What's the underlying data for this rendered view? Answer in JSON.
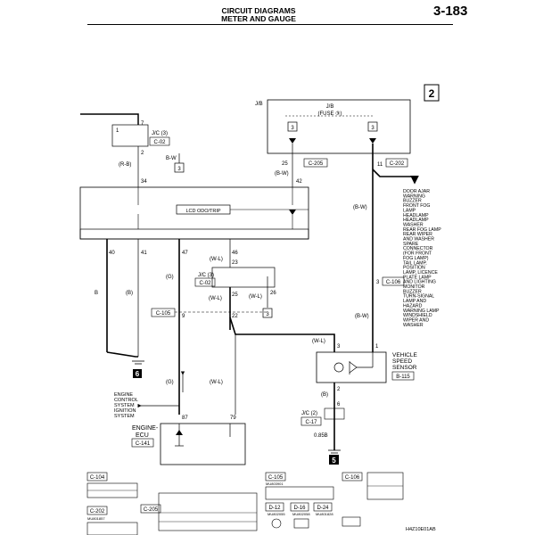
{
  "header": {
    "title_line1": "CIRCUIT DIAGRAMS",
    "title_line2": "METER AND GAUGE",
    "page_number": "3-183"
  },
  "sheet_number": "2",
  "jb": {
    "corner_label": "J/B",
    "title": "J/B",
    "fuse_label": "(FUSE ③)",
    "fuse_left": "3",
    "fuse_right": "3"
  },
  "wires": {
    "pin7": "7",
    "pin1": "1",
    "pin2": "2",
    "pin34": "34",
    "jc3_top": "J/C (3)",
    "c02_top": "C-02",
    "rb": "(R-B)",
    "bw": "B-W",
    "conn3_left": "3",
    "pin25_top": "25",
    "c205": "C-205",
    "bw_mid": "(B-W)",
    "pin42": "42",
    "pin11": "11",
    "c202": "C-202",
    "bw_right": "(B-W)",
    "lcd_label": "LCD ODO/TRIP",
    "pin40": "40",
    "pin41": "41",
    "pin47": "47",
    "pin46": "46",
    "b_left": "B",
    "b_paren": "(B)",
    "g_paren": "(G)",
    "wl_paren": "(W-L)",
    "pin23": "23",
    "jc3_mid": "J/C (3)",
    "c02_mid": "C-02",
    "wl_mid": "(W-L)",
    "pin25_mid": "25",
    "wl_right": "(W-L)",
    "pin26": "26",
    "conn3_mid": "3",
    "c105": "C-105",
    "pin9": "9",
    "pin22": "22",
    "pin3_right": "3",
    "c106": "C-106",
    "bw_low": "(B-W)",
    "ground6": "6",
    "g_low": "(G)",
    "wl_low": "(W-L)",
    "engine_ctrl": [
      "ENGINE",
      "CONTROL",
      "SYSTEM",
      "IGNITION",
      "SYSTEM"
    ],
    "pin87": "87",
    "pin79": "79",
    "engine_ecu": "ENGINE-",
    "engine_ecu2": "ECU",
    "c141": "C-141",
    "wl_vss": "(W-L)",
    "pin3_vss": "3",
    "pin1_vss": "1",
    "vss_title": [
      "VEHICLE",
      "SPEED",
      "SENSOR"
    ],
    "b115": "B-115",
    "pin2_vss": "2",
    "b_vss": "(B)",
    "pin6_vss": "6",
    "jc2": "J/C (2)",
    "c17": "C-17",
    "size085": "0.85B",
    "ground5": "5"
  },
  "loads": [
    "DOOR AJAR",
    "WARNING",
    "BUZZER",
    "FRONT FOG",
    "LAMP",
    "HEADLAMP",
    "HEADLAMP",
    "WASHER",
    "REAR FOG LAMP",
    "REAR WIPER",
    "AND WASHER",
    "SPARE",
    "CONNECTOR",
    "(FOR FRONT",
    "FOG LAMP)",
    "TAIL LAMP,",
    "POSITION",
    "LAMP, LICENCE",
    "PLATE LAMP",
    "AND LIGHTING",
    "MONITOR",
    "BUZZER",
    "TURN-SIGNAL",
    "LAMP AND",
    "HAZARD",
    "WARNING LAMP",
    "WINDSHIELD",
    "WIPER AND",
    "WASHER"
  ],
  "connectors": {
    "c104": "C-104",
    "c202": "C-202",
    "c205": "C-205",
    "c105": "C-105",
    "c106": "C-106",
    "d12": "D-12",
    "d16": "D-16",
    "d24": "D-24",
    "mu_c202": "MU801857",
    "mu_c105": "MU803901",
    "mu_d12": "MU802055",
    "mu_d16": "MU802058",
    "mu_d24": "MU801828"
  },
  "figure_code": "H4Z10E01AB"
}
